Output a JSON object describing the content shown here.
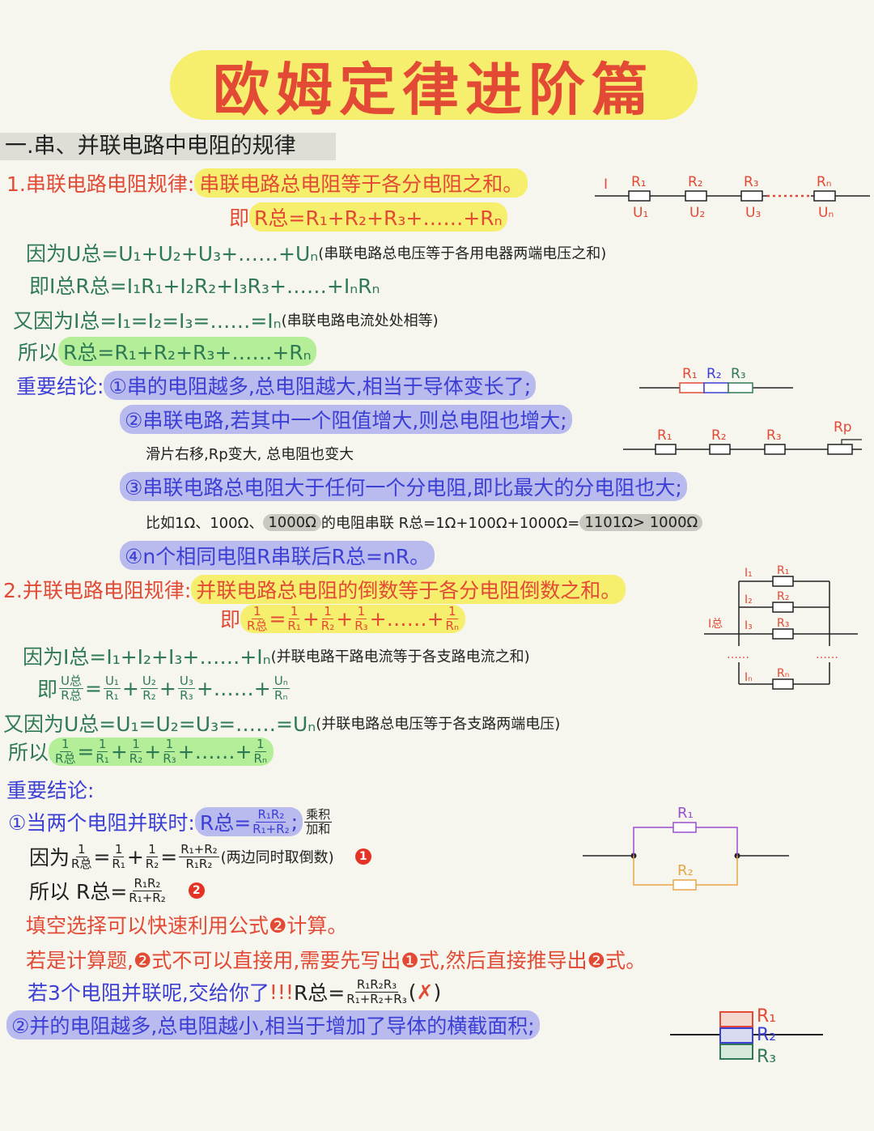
{
  "title": "欧姆定律进阶篇",
  "section_heading": "一.串、并联电路中电阻的规律",
  "colors": {
    "red": "#e24a35",
    "green": "#2f7a55",
    "blue": "#3c3fd4",
    "black": "#222222",
    "yellow": "#f6ef6e",
    "lightgreen": "#b4ee98",
    "lavender": "#b9baee",
    "gray": "#c9c9c1"
  },
  "lines": [
    [
      {
        "text": "1.串联电路电阻规律:",
        "color": "red"
      },
      {
        "text": "串联电路总电阻等于各分电阻之和。",
        "color": "red",
        "highlight": "yellow"
      }
    ],
    [
      {
        "text": "即",
        "color": "red"
      },
      {
        "text": "R总=R₁+R₂+R₃+……+Rₙ",
        "color": "red",
        "highlight": "yellow"
      }
    ],
    [
      {
        "text": "因为U总=U₁+U₂+U₃+……+Uₙ",
        "color": "green"
      },
      {
        "text": "(串联电路总电压等于各用电器两端电压之和)",
        "color": "black",
        "small": true
      }
    ],
    [
      {
        "text": "即I总R总=I₁R₁+I₂R₂+I₃R₃+……+IₙRₙ",
        "color": "green"
      }
    ],
    [
      {
        "text": "又因为I总=I₁=I₂=I₃=……=Iₙ",
        "color": "green"
      },
      {
        "text": "(串联电路电流处处相等)",
        "color": "black",
        "small": true
      }
    ],
    [
      {
        "text": "所以",
        "color": "green"
      },
      {
        "text": "R总=R₁+R₂+R₃+……+Rₙ",
        "color": "green",
        "highlight": "lightgreen"
      }
    ],
    [
      {
        "text": "重要结论:",
        "color": "blue"
      },
      {
        "text": "①串的电阻越多,总电阻越大,相当于导体变长了;",
        "color": "blue",
        "highlight": "lavender"
      }
    ],
    [
      {
        "text": "②串联电路,若其中一个阻值增大,则总电阻也增大;",
        "color": "blue",
        "highlight": "lavender"
      }
    ],
    [
      {
        "text": "滑片右移,Rp变大, 总电阻也变大",
        "color": "black",
        "small": true
      }
    ],
    [
      {
        "text": "③串联电路总电阻大于任何一个分电阻,即比最大的分电阻也大;",
        "color": "blue",
        "highlight": "lavender"
      }
    ],
    [
      {
        "text": "比如1Ω、100Ω、",
        "color": "black",
        "small": true
      },
      {
        "text": "1000Ω",
        "color": "black",
        "small": true,
        "highlight": "gray"
      },
      {
        "text": "的电阻串联   R总=1Ω+100Ω+1000Ω=",
        "color": "black",
        "small": true
      },
      {
        "text": "1101Ω> 1000Ω",
        "color": "black",
        "small": true,
        "highlight": "gray"
      }
    ],
    [
      {
        "text": "④n个相同电阻R串联后R总=nR。",
        "color": "blue",
        "highlight": "lavender"
      }
    ],
    [
      {
        "text": "2.并联电路电阻规律:",
        "color": "red"
      },
      {
        "text": "并联电路总电阻的倒数等于各分电阻倒数之和。",
        "color": "red",
        "highlight": "yellow"
      }
    ],
    [
      {
        "text": "即",
        "color": "red"
      },
      {
        "group": [
          {
            "frac": {
              "n": "1",
              "d": "R总"
            }
          },
          {
            "text": "="
          },
          {
            "frac": {
              "n": "1",
              "d": "R₁"
            }
          },
          {
            "text": "+"
          },
          {
            "frac": {
              "n": "1",
              "d": "R₂"
            }
          },
          {
            "text": "+"
          },
          {
            "frac": {
              "n": "1",
              "d": "R₃"
            }
          },
          {
            "text": "+……+"
          },
          {
            "frac": {
              "n": "1",
              "d": "Rₙ"
            }
          }
        ],
        "color": "red",
        "highlight": "yellow"
      }
    ],
    [
      {
        "text": "因为I总=I₁+I₂+I₃+……+Iₙ",
        "color": "green"
      },
      {
        "text": "(并联电路干路电流等于各支路电流之和)",
        "color": "black",
        "small": true
      }
    ],
    [
      {
        "text": "即",
        "color": "green"
      },
      {
        "group": [
          {
            "frac": {
              "n": "U总",
              "d": "R总"
            }
          },
          {
            "text": "="
          },
          {
            "frac": {
              "n": "U₁",
              "d": "R₁"
            }
          },
          {
            "text": "+"
          },
          {
            "frac": {
              "n": "U₂",
              "d": "R₂"
            }
          },
          {
            "text": "+"
          },
          {
            "frac": {
              "n": "U₃",
              "d": "R₃"
            }
          },
          {
            "text": "+……+"
          },
          {
            "frac": {
              "n": "Uₙ",
              "d": "Rₙ"
            }
          }
        ],
        "color": "green"
      }
    ],
    [
      {
        "text": "又因为U总=U₁=U₂=U₃=……=Uₙ",
        "color": "green"
      },
      {
        "text": "(并联电路总电压等于各支路两端电压)",
        "color": "black",
        "small": true
      }
    ],
    [
      {
        "text": "所以",
        "color": "green"
      },
      {
        "group": [
          {
            "frac": {
              "n": "1",
              "d": "R总"
            }
          },
          {
            "text": "="
          },
          {
            "frac": {
              "n": "1",
              "d": "R₁"
            }
          },
          {
            "text": "+"
          },
          {
            "frac": {
              "n": "1",
              "d": "R₂"
            }
          },
          {
            "text": "+"
          },
          {
            "frac": {
              "n": "1",
              "d": "R₃"
            }
          },
          {
            "text": "+……+"
          },
          {
            "frac": {
              "n": "1",
              "d": "Rₙ"
            }
          }
        ],
        "color": "green",
        "highlight": "lightgreen"
      }
    ],
    [
      {
        "text": "重要结论:",
        "color": "blue"
      }
    ],
    [
      {
        "text": "①当两个电阻并联时:",
        "color": "blue"
      },
      {
        "group": [
          {
            "text": "R总="
          },
          {
            "frac": {
              "n": "R₁R₂",
              "d": "R₁+R₂"
            }
          },
          {
            "text": ";"
          }
        ],
        "color": "blue",
        "highlight": "lavender"
      },
      {
        "group": [
          {
            "frac": {
              "n": "乘积",
              "d": "加和"
            }
          }
        ],
        "color": "black"
      }
    ],
    [
      {
        "text": "因为",
        "color": "black"
      },
      {
        "group": [
          {
            "frac": {
              "n": "1",
              "d": "R总"
            }
          },
          {
            "text": "="
          },
          {
            "frac": {
              "n": "1",
              "d": "R₁"
            }
          },
          {
            "text": "+"
          },
          {
            "frac": {
              "n": "1",
              "d": "R₂"
            }
          },
          {
            "text": "="
          },
          {
            "frac": {
              "n": "R₁+R₂",
              "d": "R₁R₂"
            }
          }
        ],
        "color": "black"
      },
      {
        "text": " (两边同时取倒数)",
        "color": "black",
        "small": true
      },
      {
        "badge": "1"
      }
    ],
    [
      {
        "text": "所以 R总=",
        "color": "black"
      },
      {
        "group": [
          {
            "frac": {
              "n": "R₁R₂",
              "d": "R₁+R₂"
            }
          }
        ],
        "color": "black"
      },
      {
        "badge": "2"
      }
    ],
    [
      {
        "text": "填空选择可以快速利用公式❷计算。",
        "color": "red"
      }
    ],
    [
      {
        "text": "若是计算题,❷式不可以直接用,需要先写出❶式,然后直接推导出❷式。",
        "color": "red"
      }
    ],
    [
      {
        "text": "若3个电阻并联呢,交给你了",
        "color": "blue"
      },
      {
        "text": "!!!",
        "color": "red"
      },
      {
        "text": " R总=",
        "color": "black"
      },
      {
        "group": [
          {
            "frac": {
              "n": "R₁R₂R₃",
              "d": "R₁+R₂+R₃"
            }
          }
        ],
        "color": "black"
      },
      {
        "text": "(",
        "color": "black"
      },
      {
        "text": "✗",
        "color": "red"
      },
      {
        "text": ")",
        "color": "black"
      }
    ],
    [
      {
        "text": "②并的电阻越多,总电阻越小,相当于增加了导体的横截面积;",
        "color": "blue",
        "highlight": "lavender"
      }
    ]
  ],
  "diagrams": {
    "series": {
      "current": "I",
      "resistors": [
        "R₁",
        "R₂",
        "R₃",
        "Rₙ"
      ],
      "voltages": [
        "U₁",
        "U₂",
        "U₃",
        "Uₙ"
      ]
    },
    "series_lengthen": {
      "labels": [
        "R₁",
        "R₂",
        "R₃"
      ],
      "colors": [
        "#e24a35",
        "#3c3fd4",
        "#2f7a55"
      ]
    },
    "rheostat": {
      "labels": [
        "R₁",
        "R₂",
        "R₃",
        "Rp"
      ]
    },
    "parallel": {
      "total": "I总",
      "currents": [
        "I₁",
        "I₂",
        "I₃",
        "Iₙ"
      ],
      "resistors": [
        "R₁",
        "R₂",
        "R₃",
        "Rₙ"
      ],
      "ellipsis": "……"
    },
    "two_parallel": {
      "labels": [
        "R₁",
        "R₂"
      ],
      "colors": [
        "#9b4fd0",
        "#e8a548"
      ]
    },
    "area": {
      "labels": [
        "R₁",
        "R₂",
        "R₃"
      ],
      "colors": [
        "#e24a35",
        "#3c3fd4",
        "#2f7a55"
      ]
    }
  }
}
